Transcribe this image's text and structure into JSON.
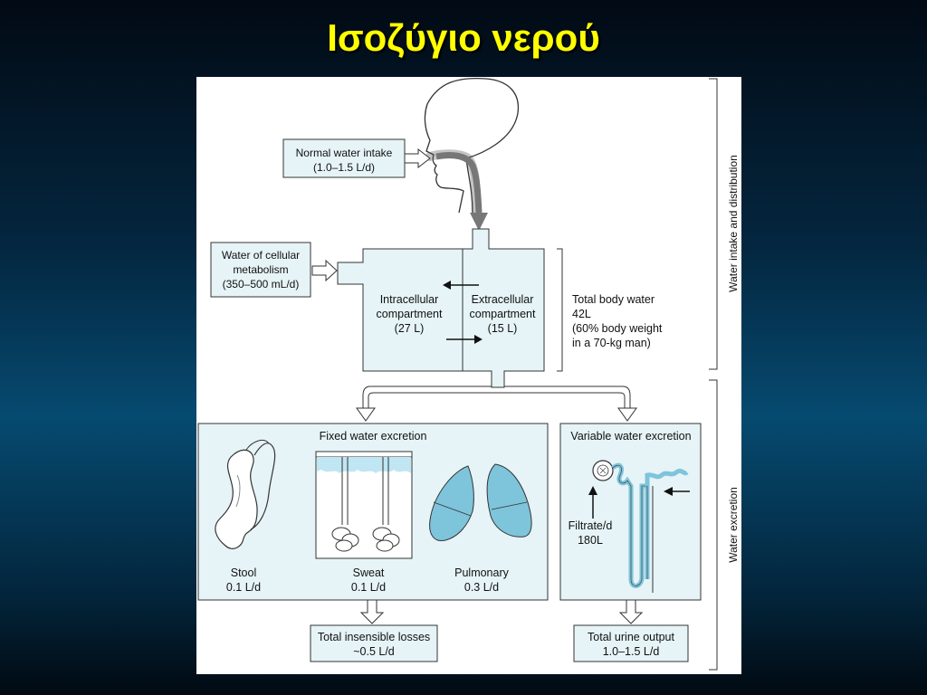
{
  "slide": {
    "title": "Ισοζύγιο νερού"
  },
  "intake": {
    "normal_line1": "Normal water intake",
    "normal_line2": "(1.0–1.5 L/d)",
    "metab_line1": "Water of cellular",
    "metab_line2": "metabolism",
    "metab_line3": "(350–500 mL/d)"
  },
  "compartments": {
    "intra_line1": "Intracellular",
    "intra_line2": "compartment",
    "intra_line3": "(27 L)",
    "extra_line1": "Extracellular",
    "extra_line2": "compartment",
    "extra_line3": "(15 L)"
  },
  "total_body_water": {
    "line1": "Total body water",
    "line2": "42L",
    "line3": "(60% body weight",
    "line4": "in a 70-kg man)"
  },
  "side_labels": {
    "intake_distribution": "Water intake and distribution",
    "excretion": "Water excretion"
  },
  "fixed": {
    "title": "Fixed water excretion",
    "stool_label": "Stool",
    "stool_value": "0.1 L/d",
    "sweat_label": "Sweat",
    "sweat_value": "0.1 L/d",
    "pulmonary_label": "Pulmonary",
    "pulmonary_value": "0.3 L/d"
  },
  "variable": {
    "title": "Variable water excretion",
    "filtrate_line1": "Filtrate/d",
    "filtrate_line2": "180L"
  },
  "totals": {
    "insensible_line1": "Total insensible losses",
    "insensible_line2": "~0.5 L/d",
    "urine_line1": "Total urine output",
    "urine_line2": "1.0–1.5 L/d"
  },
  "colors": {
    "box_fill": "#e6f4f7",
    "organ_fill": "#7ec4db",
    "arrow_fill": "#ffffff"
  }
}
